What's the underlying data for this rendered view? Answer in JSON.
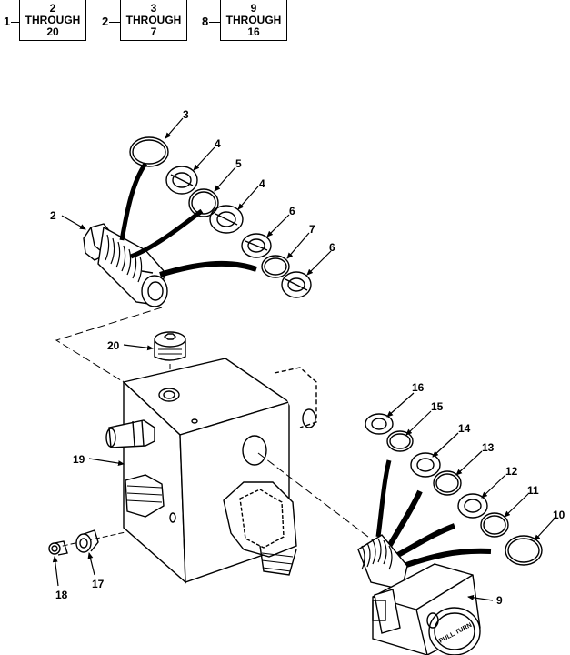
{
  "header_boxes": [
    {
      "lead": "1",
      "from": "2",
      "mid": "THROUGH",
      "to": "20"
    },
    {
      "lead": "2",
      "from": "3",
      "mid": "THROUGH",
      "to": "7"
    },
    {
      "lead": "8",
      "from": "9",
      "mid": "THROUGH",
      "to": "16"
    }
  ],
  "callouts": {
    "c2": "2",
    "c3": "3",
    "c4a": "4",
    "c4b": "4",
    "c5": "5",
    "c6a": "6",
    "c6b": "6",
    "c7": "7",
    "c9": "9",
    "c10": "10",
    "c11": "11",
    "c12": "12",
    "c13": "13",
    "c14": "14",
    "c15": "15",
    "c16": "16",
    "c17": "17",
    "c18": "18",
    "c19": "19",
    "c20": "20"
  },
  "stamp_text": "PULL TURN"
}
